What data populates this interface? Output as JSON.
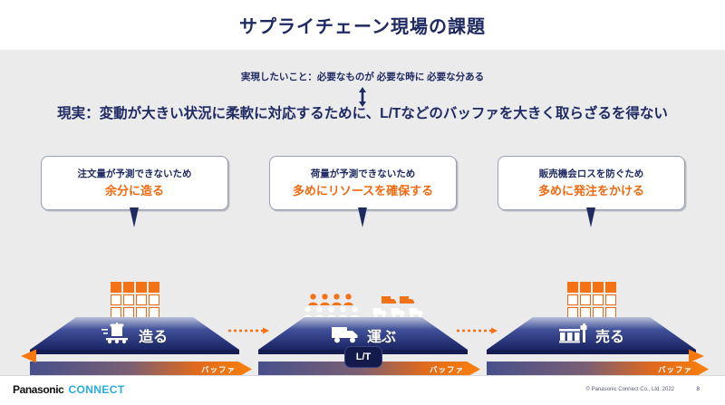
{
  "slide": {
    "title": "サプライチェーン現場の課題",
    "goal_text": "実現したいこと：必要なものが 必要な時に 必要な分ある",
    "reality_text": "現実：変動が大きい状況に柔軟に対応するために、L/Tなどのバッファを大きく取らざるを得ない",
    "lt_label": "L/T"
  },
  "colors": {
    "navy": "#1f2a63",
    "deep_navy": "#131b4d",
    "orange": "#f4751a",
    "orange_dark": "#ef6a10",
    "panel_bg": "#ebebeb",
    "brand_cyan": "#29abe2"
  },
  "stages": [
    {
      "callout_line1": "注文量が予測できないため",
      "callout_line2": "余分に造る",
      "platform_label": "造る",
      "platform_icon": "factory-conveyor-icon",
      "buffer_label": "バッファ"
    },
    {
      "callout_line1": "荷量が予測できないため",
      "callout_line2": "多めにリソースを確保する",
      "platform_label": "運ぶ",
      "platform_icon": "truck-icon",
      "buffer_label": "バッファ"
    },
    {
      "callout_line1": "販売機会ロスを防ぐため",
      "callout_line2": "多めに発注をかける",
      "platform_label": "売る",
      "platform_icon": "store-icon",
      "buffer_label": "バッファ"
    }
  ],
  "footer": {
    "brand_primary": "Panasonic",
    "brand_secondary": "CONNECT",
    "copyright": "© Panasonic Connect Co., Ltd. 2022",
    "page_number": "8"
  }
}
